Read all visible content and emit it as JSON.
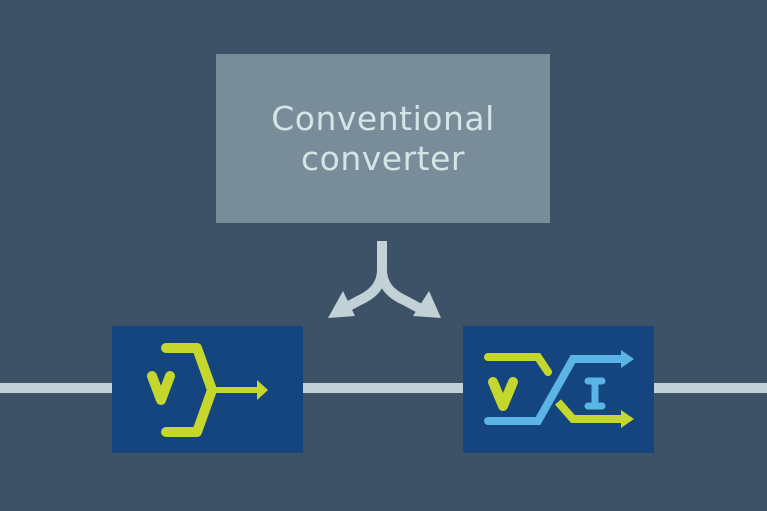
{
  "background_color": "#3d5266",
  "converter_box": {
    "label": "Conventional converter",
    "color": "#788c99",
    "text_color": "#d4e5e6"
  },
  "split_arrow": {
    "icon": "fork-arrow-icon",
    "color": "#c1d1d6"
  },
  "signal_line": {
    "color": "#c1d1d6"
  },
  "blocks": [
    {
      "name": "voltage-converter",
      "label": "V",
      "color": "#15457e",
      "accent": "#c5d62c"
    },
    {
      "name": "voltage-current-converter",
      "labels": [
        "V",
        "I"
      ],
      "color": "#15457e",
      "accents": [
        "#c5d62c",
        "#5ab4e5"
      ]
    }
  ]
}
